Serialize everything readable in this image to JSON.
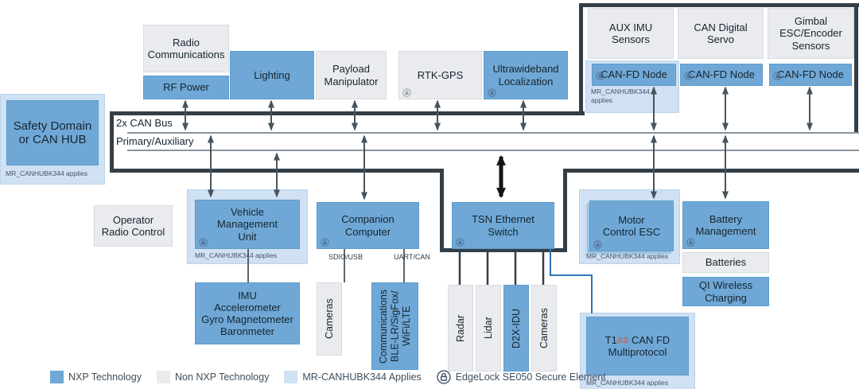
{
  "colors": {
    "nxp_blue": "#6fa8d6",
    "mr_canhubk_light_blue": "#cfe1f2",
    "non_nxp_gray": "#e9ebee",
    "frame_dark": "#333f48",
    "bus_line_gray": "#8a949c",
    "arrow_gray": "#47545e",
    "tsn_arrow_black": "#141414",
    "ethernet_blue": "#2e75b6",
    "hash_red": "#bf5b4d"
  },
  "bus": {
    "label_line1": "2x CAN Bus",
    "label_line2": "Primary/Auxiliary"
  },
  "left": {
    "safety_domain": {
      "label": "Safety Domain\nor CAN HUB",
      "caption": "MR_CANHUBK344 applies"
    }
  },
  "top_row": {
    "radio_communications": "Radio\nCommunications",
    "rf_power": "RF Power",
    "lighting": "Lighting",
    "payload_manipulator": "Payload\nManipulator",
    "rtk_gps": "RTK-GPS",
    "ultrawideband": "Ultrawideband\nLocalization"
  },
  "top_right": {
    "aux_imu": "AUX IMU\nSensors",
    "can_digital_servo": "CAN Digital\nServo",
    "gimbal": "Gimbal\nESC/Encoder\nSensors",
    "canfd_node": "CAN-FD Node",
    "node1_caption": "MR_CANHUBK344\napplies"
  },
  "middle_row": {
    "operator_radio_control": "Operator\nRadio Control",
    "vmu": {
      "label": "Vehicle\nManagement\nUnit",
      "caption": "MR_CANHUBK344 applies"
    },
    "companion_computer": "Companion\nComputer",
    "sdio_label": "SDIO/USB",
    "uart_label": "UART/CAN",
    "tsn_switch": "TSN Ethernet\nSwitch",
    "motor_esc": {
      "label": "Motor\nControl ESC",
      "caption": "MR_CANHUBK344 applies"
    },
    "battery_management": "Battery\nManagement",
    "batteries": "Batteries",
    "qi_wireless": "QI Wireless\nCharging"
  },
  "bottom_row": {
    "imu": "IMU\nAccelerometer\nGyro Magnetometer\nBaronmeter",
    "cameras_left": "Cameras",
    "communications": "Communications\nBLE-LR/SigFox/\nWiFi/LTE",
    "radar": "Radar",
    "lidar": "Lidar",
    "d2x_idu": "D2X-IDU",
    "cameras_right": "Cameras",
    "t1": {
      "pre": "T1",
      "hash": "##",
      "post": " CAN FD",
      "line2": "Multiprotocol",
      "caption": "MR_CANHUBK344 applies"
    }
  },
  "legend": {
    "items": [
      {
        "label": "NXP Technology"
      },
      {
        "label": "Non NXP Technology"
      },
      {
        "label": "MR-CANHUBK344 Applies"
      },
      {
        "label": "EdgeLock SE050 Secure Element"
      }
    ]
  }
}
